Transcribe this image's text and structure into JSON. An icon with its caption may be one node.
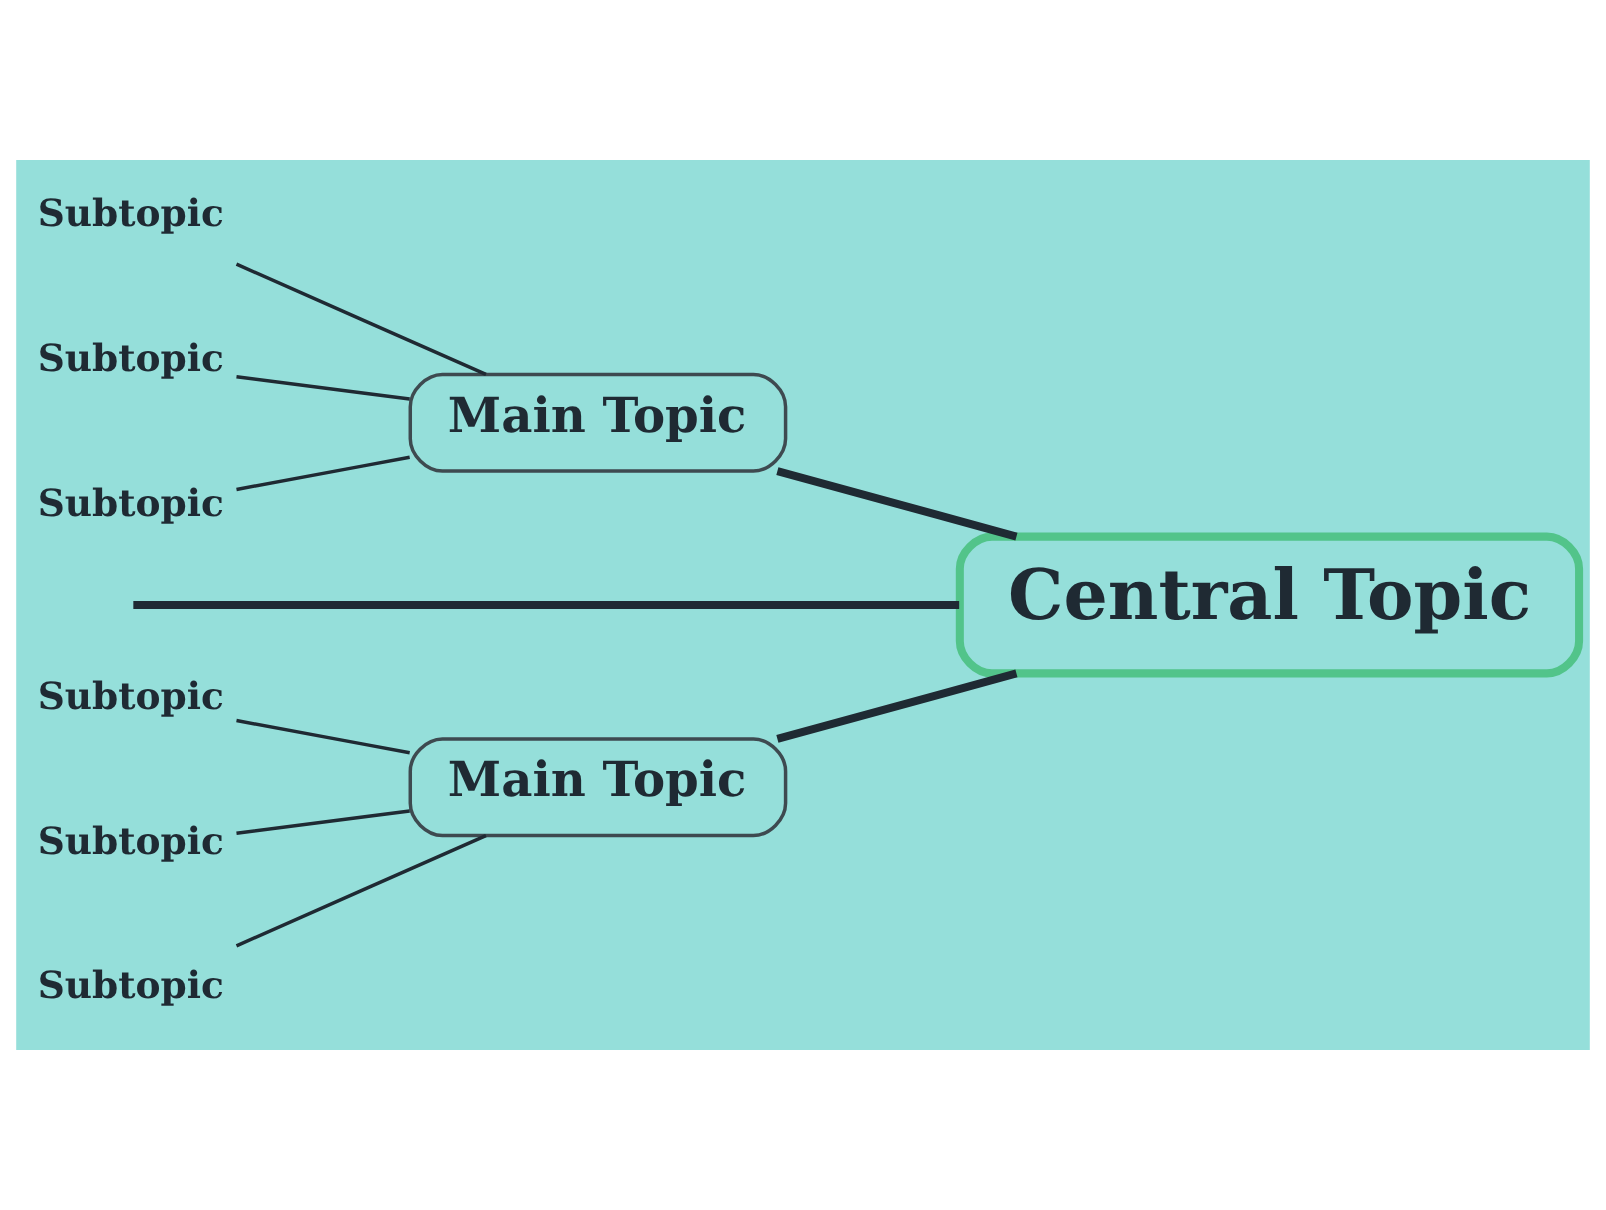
{
  "diagram": {
    "nodes": [
      {
        "text": [
          "Main Topic"
        ]
      },
      {
        "text": [
          "Subtopic"
        ]
      },
      {
        "text": [
          "Subtopic"
        ]
      },
      {
        "text": [
          "Subtopic"
        ]
      },
      {
        "text": [
          "Central Topic"
        ]
      },
      {
        "text": [
          "Subtopic"
        ]
      },
      {
        "text": [
          "Subtopic"
        ]
      },
      {
        "text": [
          "Subtopic"
        ]
      },
      {
        "text": [
          "Main Topic"
        ]
      }
    ],
    "edges": [
      {
        "from": null,
        "to": 4,
        "arrow": "none",
        "style": "thick"
      },
      {
        "from": 0,
        "to": 4,
        "arrow": "none",
        "style": "thick"
      },
      {
        "from": 8,
        "to": 4,
        "arrow": "none",
        "style": "thick"
      },
      {
        "from": 1,
        "to": 0,
        "arrow": "none"
      },
      {
        "from": 2,
        "to": 0,
        "arrow": "none"
      },
      {
        "from": 3,
        "to": 0,
        "arrow": "none"
      },
      {
        "from": 5,
        "to": 8,
        "arrow": "none"
      },
      {
        "from": 6,
        "to": 8,
        "arrow": "none"
      },
      {
        "from": 7,
        "to": 8,
        "arrow": "none"
      }
    ]
  }
}
